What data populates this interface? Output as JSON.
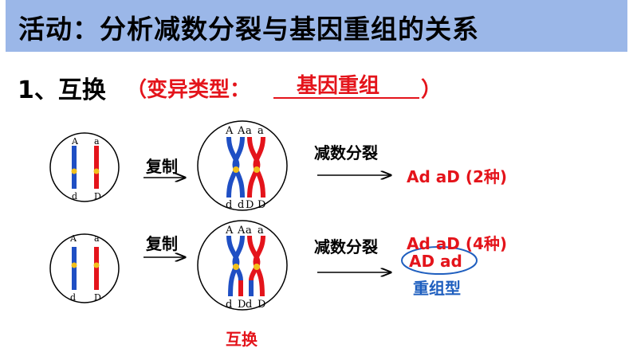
{
  "title": "活动：分析减数分裂与基因重组的关系",
  "section": {
    "heading": "1、互换",
    "type_prefix": "（变异类型：",
    "type_answer": "基因重组",
    "type_suffix": "）"
  },
  "row1": {
    "step1": "复制",
    "step2": "减数分裂",
    "result": "Ad   aD  (2种)",
    "cell1_top": [
      "A",
      "a"
    ],
    "cell1_bottom": [
      "d",
      "D"
    ],
    "cell2_top": [
      "A",
      "A",
      "a",
      "a"
    ],
    "cell2_bottom": [
      "d",
      "d",
      "D",
      "D"
    ]
  },
  "row2": {
    "step1": "复制",
    "step2": "减数分裂",
    "result_line1": "Ad   aD  (4种)",
    "result_line2": "AD   ad",
    "recombinant_label": "重组型",
    "crossover_label": "互换",
    "cell1_top": [
      "A",
      "a"
    ],
    "cell1_bottom": [
      "d",
      "D"
    ],
    "cell2_top": [
      "A",
      "A",
      "a",
      "a"
    ],
    "cell2_bottom": [
      "d",
      "D",
      "d",
      "D"
    ]
  },
  "colors": {
    "blue_chromosome": "#1f4fc4",
    "red_chromosome": "#e4141b",
    "centromere": "#f2c01c",
    "title_bar": "#9bb7e8",
    "highlight": "#1f5fbf"
  }
}
